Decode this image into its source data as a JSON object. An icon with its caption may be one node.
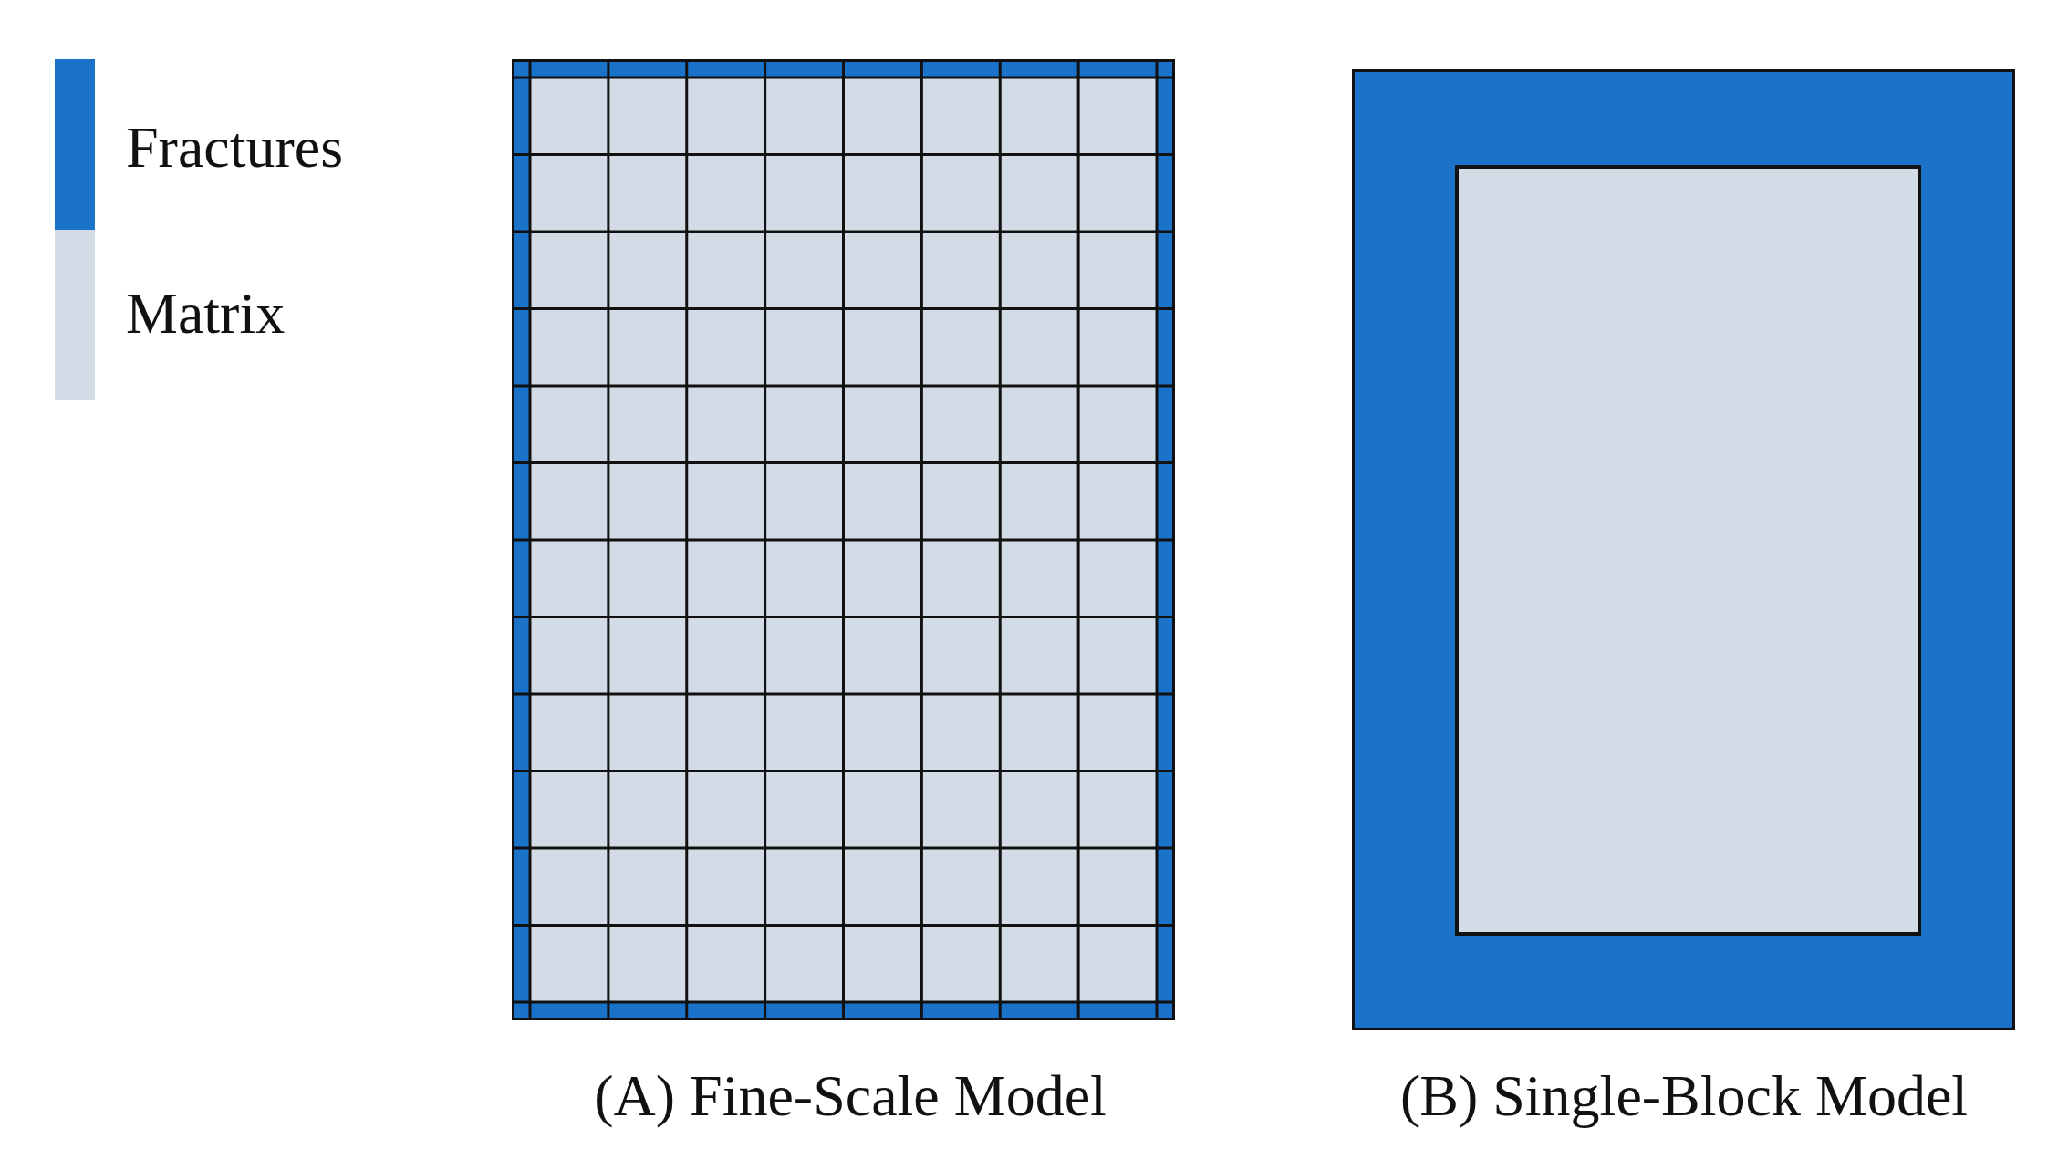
{
  "diagram": {
    "labels": [
      "(A) Fine-Scale Model",
      "(B) Single-Block Model"
    ],
    "legend": [
      {
        "text": "Fractures",
        "color": "#1a72c9"
      },
      {
        "text": "Matrix",
        "color": "#d3dce6"
      }
    ]
  }
}
